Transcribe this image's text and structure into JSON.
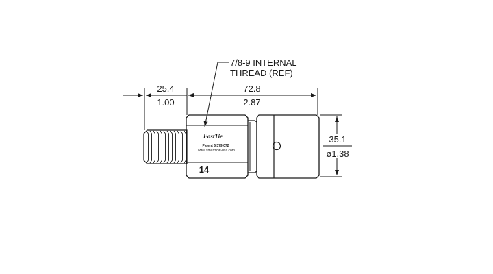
{
  "note": {
    "line1": "7/8-9 INTERNAL",
    "line2": "THREAD (REF)"
  },
  "dimensions": {
    "stud_length": {
      "mm": "25.4",
      "in": "1.00"
    },
    "body_length": {
      "mm": "72.8",
      "in": "2.87"
    },
    "diameter": {
      "mm": "35.1",
      "in": "ø1.38"
    }
  },
  "part_marking": {
    "brand": "FastTie",
    "patent": "Patent 6,379,072",
    "website": "www.smartflow-usa.com",
    "number": "14"
  }
}
